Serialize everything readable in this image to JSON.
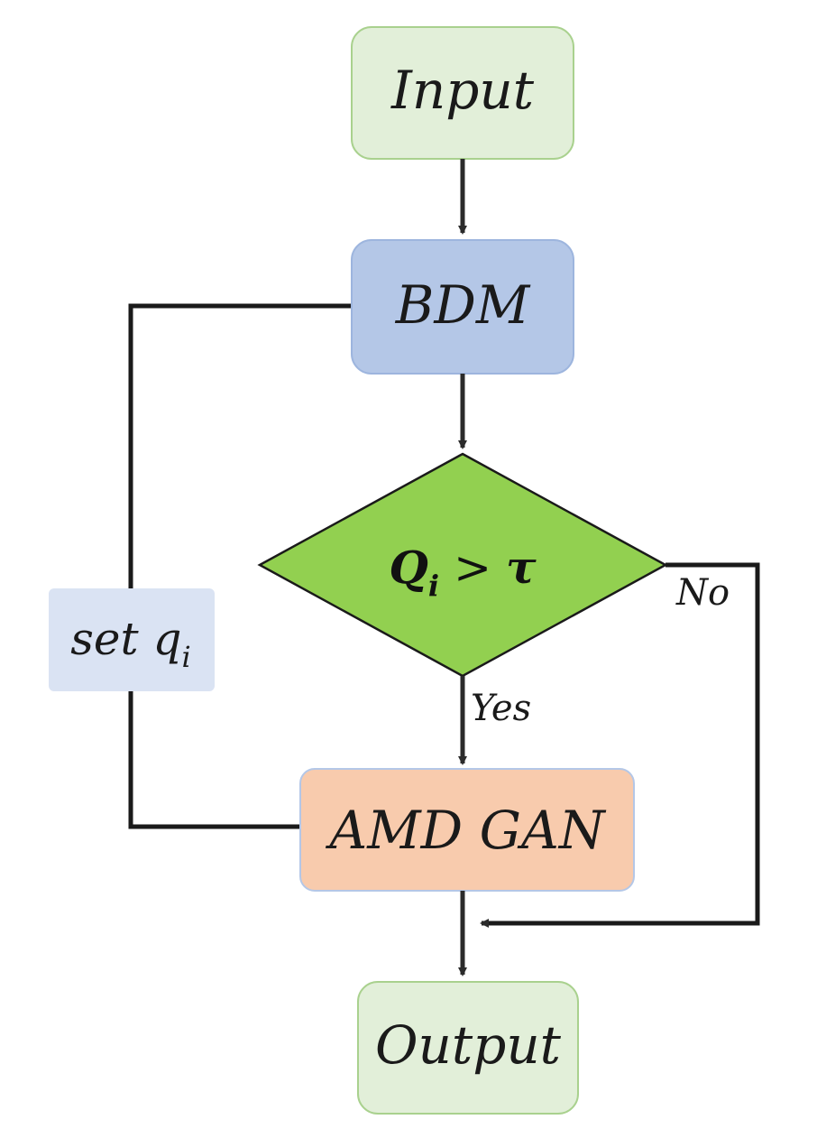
{
  "nodes": {
    "input": {
      "label": "Input",
      "fill": "#e2efd9",
      "stroke": "#a9d18e"
    },
    "bdm": {
      "label": "BDM",
      "fill": "#b4c7e7",
      "stroke": "#9db5de"
    },
    "decision": {
      "var": "Q",
      "sub": "i",
      "op": ">",
      "threshold": "τ",
      "fill": "#92d050",
      "stroke": "#1a1a1a"
    },
    "amd_gan": {
      "label": "AMD GAN",
      "fill": "#f8cbad",
      "stroke": "#b4c7e7"
    },
    "output": {
      "label": "Output",
      "fill": "#e2efd9",
      "stroke": "#a9d18e"
    },
    "set_q": {
      "text": "set q",
      "sub": "i",
      "fill": "#dae3f3"
    }
  },
  "edges": {
    "yes_label": "Yes",
    "no_label": "No"
  }
}
